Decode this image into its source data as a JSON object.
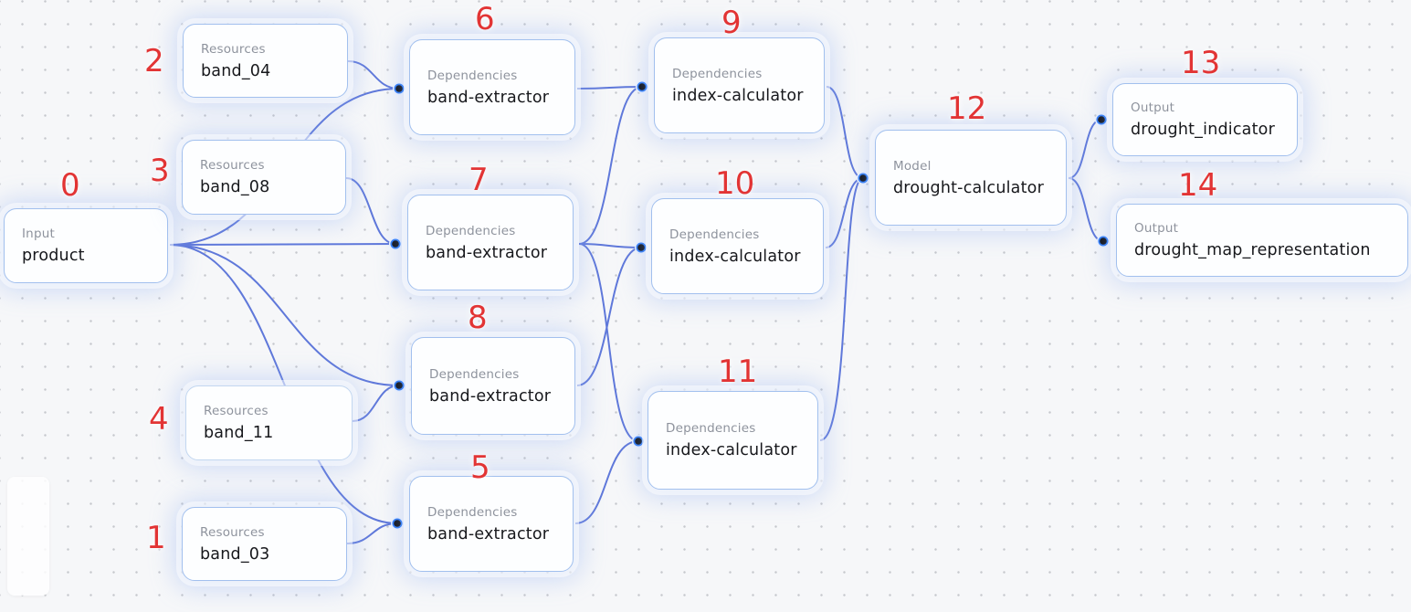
{
  "canvas": {
    "background_dot_color": "#c6c8cd",
    "edge_color": "#5f78da",
    "handle_ring_color": "#2e7bf6",
    "handle_core_color": "#0c0d10",
    "annotation_color": "#e23434",
    "node_border_color": "#a2c0ee",
    "node_label_color": "#8e939d",
    "node_title_color": "#17181c"
  },
  "nodes": [
    {
      "mark": "0",
      "label": "Input",
      "title": "product"
    },
    {
      "mark": "1",
      "label": "Resources",
      "title": "band_03"
    },
    {
      "mark": "2",
      "label": "Resources",
      "title": "band_04"
    },
    {
      "mark": "3",
      "label": "Resources",
      "title": "band_08"
    },
    {
      "mark": "4",
      "label": "Resources",
      "title": "band_11"
    },
    {
      "mark": "5",
      "label": "Dependencies",
      "title": "band-extractor"
    },
    {
      "mark": "6",
      "label": "Dependencies",
      "title": "band-extractor"
    },
    {
      "mark": "7",
      "label": "Dependencies",
      "title": "band-extractor"
    },
    {
      "mark": "8",
      "label": "Dependencies",
      "title": "band-extractor"
    },
    {
      "mark": "9",
      "label": "Dependencies",
      "title": "index-calculator"
    },
    {
      "mark": "10",
      "label": "Dependencies",
      "title": "index-calculator"
    },
    {
      "mark": "11",
      "label": "Dependencies",
      "title": "index-calculator"
    },
    {
      "mark": "12",
      "label": "Model",
      "title": "drought-calculator"
    },
    {
      "mark": "13",
      "label": "Output",
      "title": "drought_indicator"
    },
    {
      "mark": "14",
      "label": "Output",
      "title": "drought_map_representation"
    }
  ],
  "edges": [
    {
      "from": 0,
      "to": 6
    },
    {
      "from": 0,
      "to": 7
    },
    {
      "from": 0,
      "to": 8
    },
    {
      "from": 0,
      "to": 5
    },
    {
      "from": 2,
      "to": 6
    },
    {
      "from": 3,
      "to": 7
    },
    {
      "from": 4,
      "to": 8
    },
    {
      "from": 1,
      "to": 5
    },
    {
      "from": 6,
      "to": 9
    },
    {
      "from": 7,
      "to": 9
    },
    {
      "from": 7,
      "to": 10
    },
    {
      "from": 8,
      "to": 10
    },
    {
      "from": 7,
      "to": 11
    },
    {
      "from": 5,
      "to": 11
    },
    {
      "from": 9,
      "to": 12
    },
    {
      "from": 10,
      "to": 12
    },
    {
      "from": 11,
      "to": 12
    },
    {
      "from": 12,
      "to": 13
    },
    {
      "from": 12,
      "to": 14
    }
  ]
}
